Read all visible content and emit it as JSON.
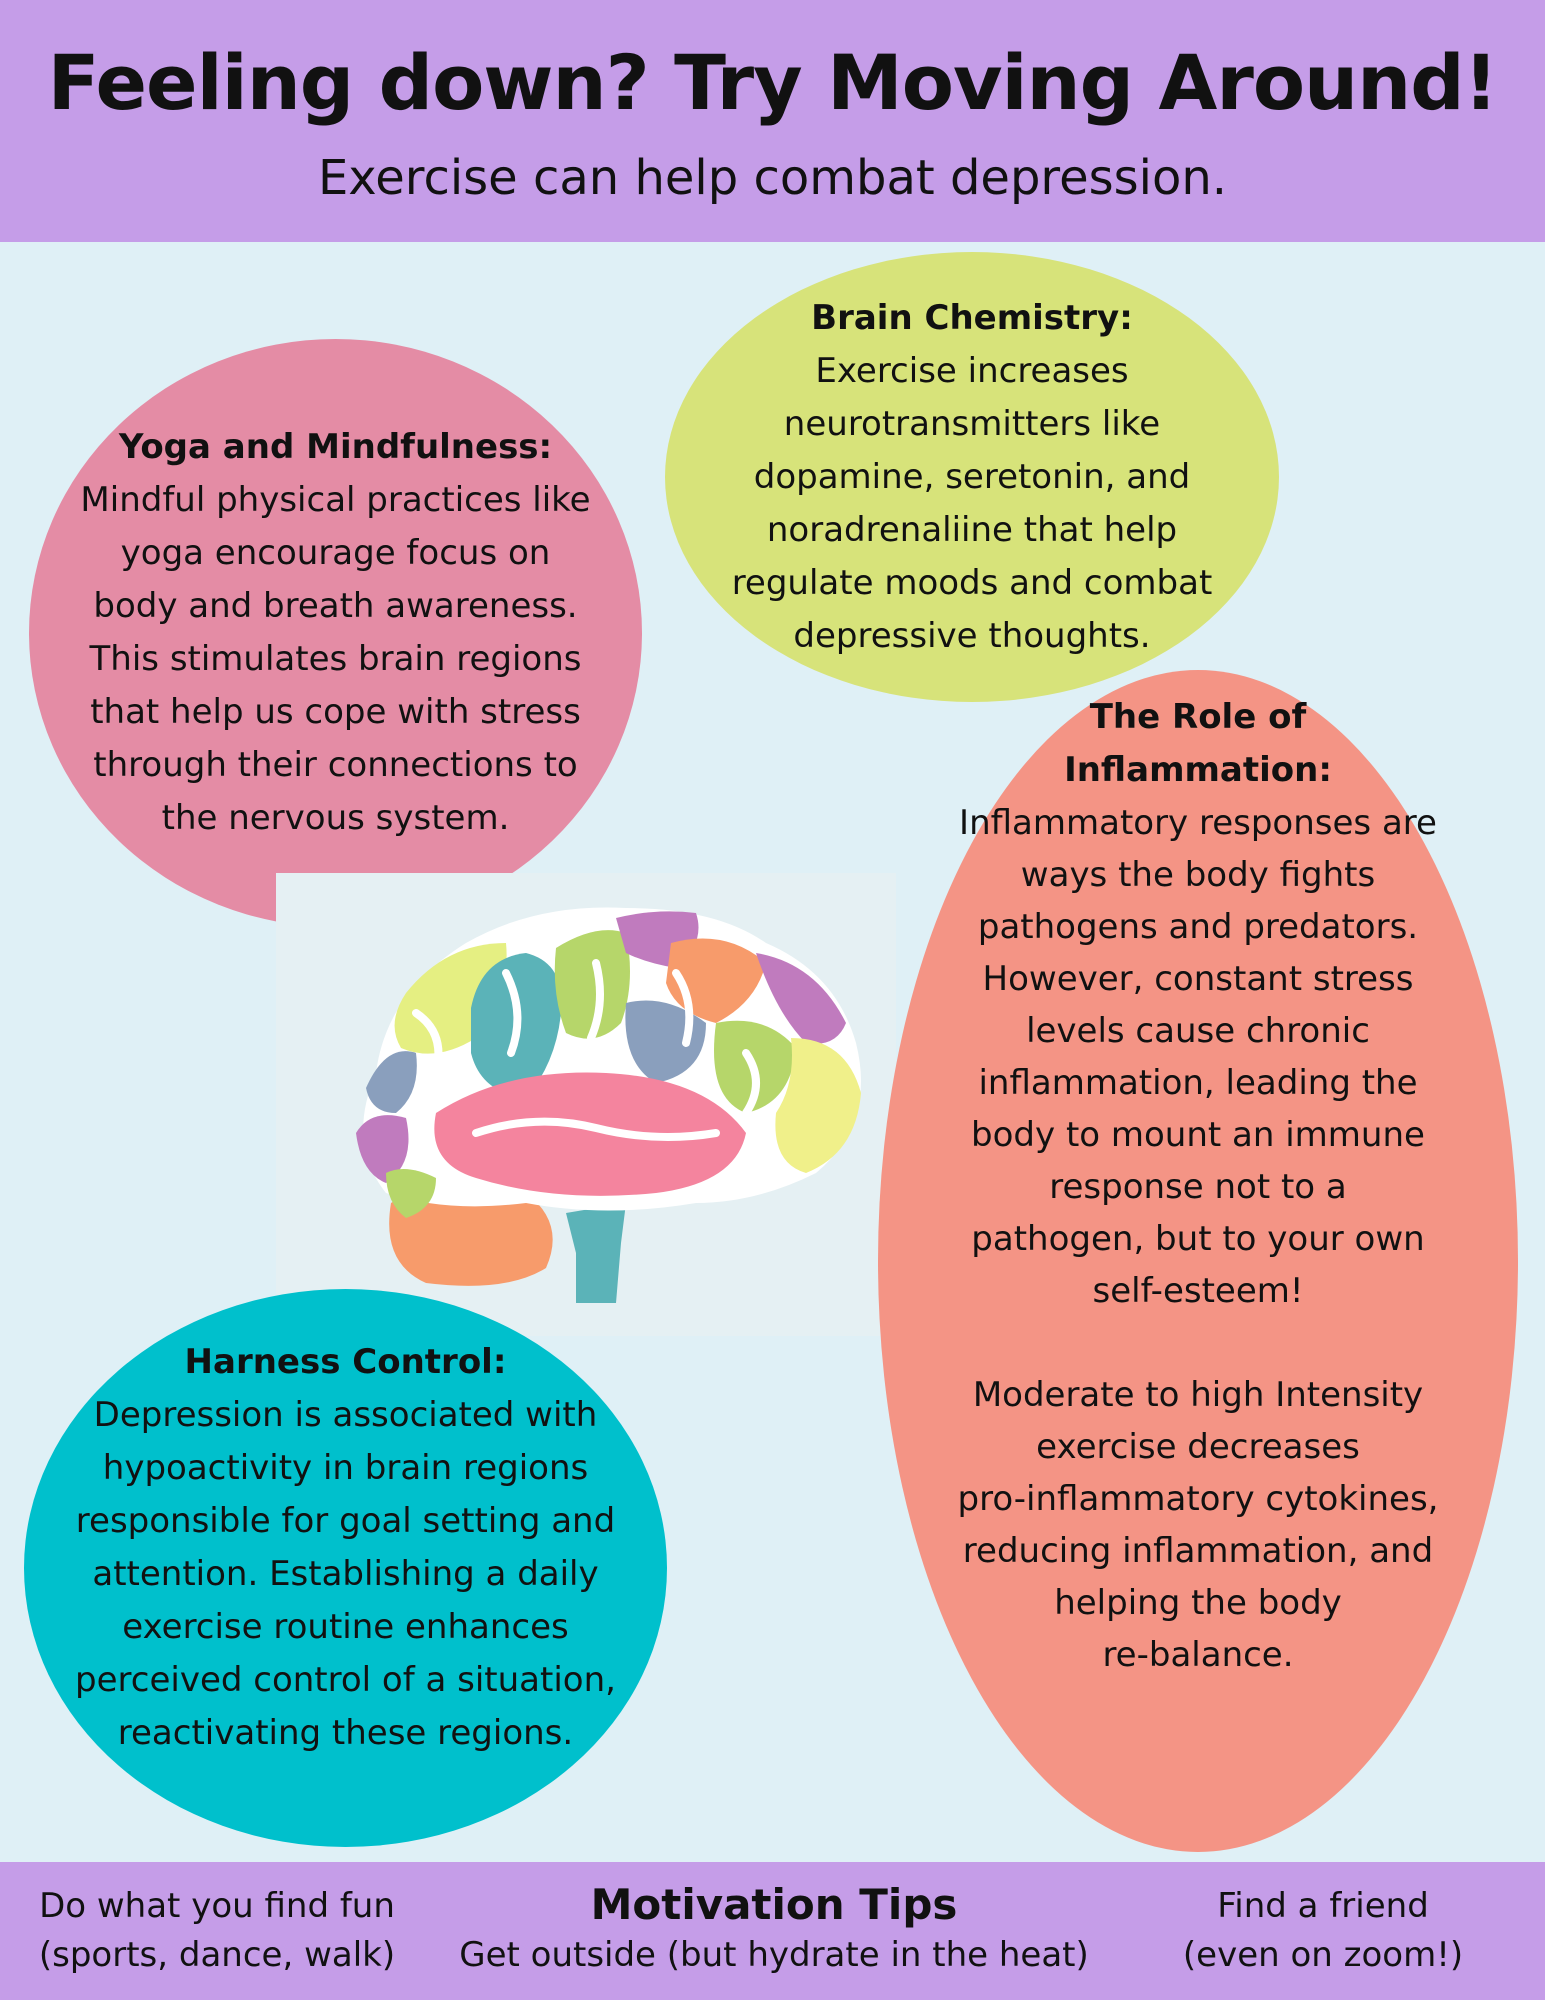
{
  "header": {
    "title": "Feeling down? Try Moving Around!",
    "subtitle": "Exercise can help combat depression."
  },
  "bubbles": {
    "yoga": {
      "heading": "Yoga and Mindfulness:",
      "body": "Mindful physical practices like\nyoga encourage focus on\nbody and breath awareness.\nThis stimulates brain regions\nthat help us cope with stress\nthrough their connections to\nthe nervous system.",
      "color": "#e48ca5"
    },
    "chemistry": {
      "heading": "Brain Chemistry:",
      "body": "Exercise increases\nneurotransmitters like\ndopamine, seretonin, and\nnoradrenaliine that help\nregulate moods and combat\ndepressive thoughts.",
      "color": "#d7e37a"
    },
    "inflammation": {
      "heading": "The Role of\nInflammation:",
      "body": "Inflammatory responses are\nways the body fights\npathogens and predators.\nHowever, constant stress\nlevels cause chronic\ninflammation, leading the\nbody to mount an immune\nresponse not to a\npathogen, but to your own\nself-esteem!\n\nModerate to high Intensity\nexercise decreases\npro-inflammatory cytokines,\nreducing inflammation, and\nhelping the body\nre-balance.",
      "color": "#f49485"
    },
    "harness": {
      "heading": "Harness Control:",
      "body": "Depression is associated with\nhypoactivity in brain regions\nresponsible for goal setting and\nattention. Establishing a daily\nexercise routine enhances\nperceived control of a situation,\nreactivating these regions.",
      "color": "#00c0cc"
    }
  },
  "illustration": {
    "icon": "brain-icon"
  },
  "footer": {
    "title": "Motivation Tips",
    "tip_left": "Do what you find fun\n(sports, dance, walk)",
    "tip_middle": "Get outside (but hydrate in the heat)",
    "tip_right": "Find a friend\n(even on zoom!)",
    "color": "#c59de8"
  }
}
